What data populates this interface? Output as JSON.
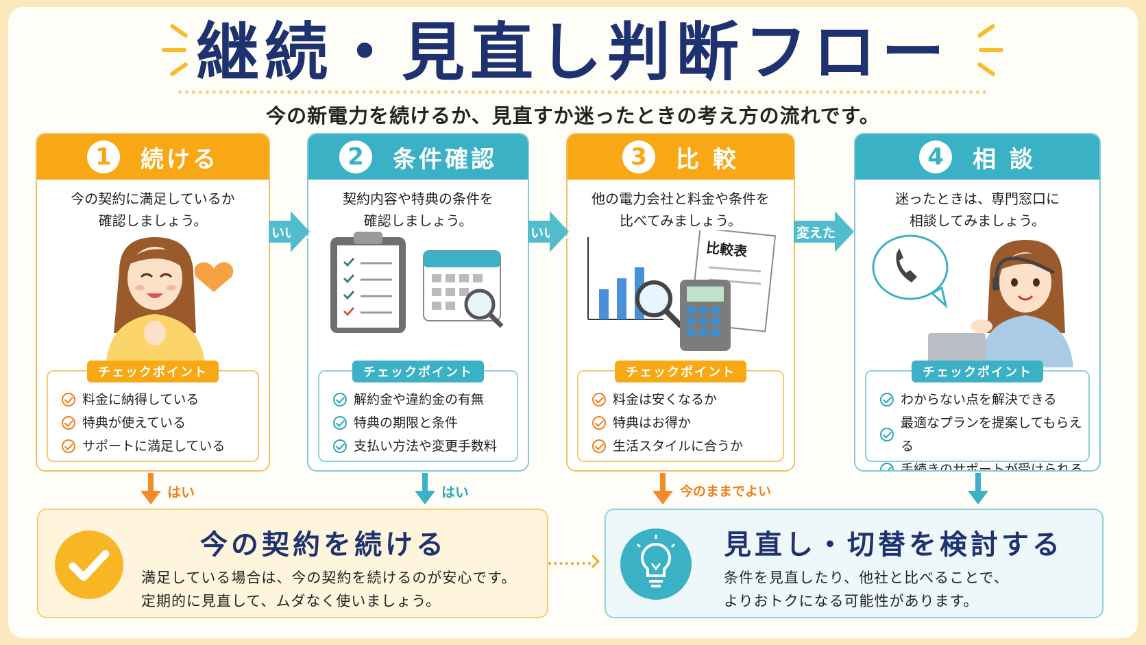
{
  "title": "継続・見直し判断フロー",
  "subtitle": "今の新電力を続けるか、見直すか迷ったときの考え方の流れです。",
  "steps": [
    {
      "num": "1",
      "title": "続ける",
      "desc1": "今の契約に満足しているか",
      "desc2": "確認しましょう。",
      "check_label": "チェックポイント",
      "checks": [
        "料金に納得している",
        "特典が使えている",
        "サポートに満足している"
      ]
    },
    {
      "num": "2",
      "title": "条件確認",
      "desc1": "契約内容や特典の条件を",
      "desc2": "確認しましょう。",
      "check_label": "チェックポイント",
      "checks": [
        "解約金や違約金の有無",
        "特典の期限と条件",
        "支払い方法や変更手数料"
      ]
    },
    {
      "num": "3",
      "title": "比 較",
      "desc1": "他の電力会社と料金や条件を",
      "desc2": "比べてみましょう。",
      "check_label": "チェックポイント",
      "checks": [
        "料金は安くなるか",
        "特典はお得か",
        "生活スタイルに合うか"
      ],
      "doc_label": "比較表"
    },
    {
      "num": "4",
      "title": "相 談",
      "desc1": "迷ったときは、専門窓口に",
      "desc2": "相談してみましょう。",
      "check_label": "チェックポイント",
      "checks": [
        "わからない点を解決できる",
        "最適なプランを提案してもらえる",
        "手続きのサポートが受けられる"
      ]
    }
  ],
  "arrows": {
    "a1": "いいえ",
    "a2": "いいえ",
    "a3": "変えたい"
  },
  "down_labels": {
    "d1": "はい",
    "d2": "はい",
    "d3": "今のままでよい"
  },
  "result_continue": {
    "title": "今の契約を続ける",
    "line1": "満足している場合は、今の契約を続けるのが安心です。",
    "line2": "定期的に見直して、ムダなく使いましょう。"
  },
  "result_review": {
    "title": "見直し・切替を検討する",
    "line1": "条件を見直したり、他社と比べることで、",
    "line2": "よりおトクになる可能性があります。"
  },
  "colors": {
    "orange": "#f7a814",
    "teal": "#3bb1c5",
    "navy": "#1e3170"
  }
}
